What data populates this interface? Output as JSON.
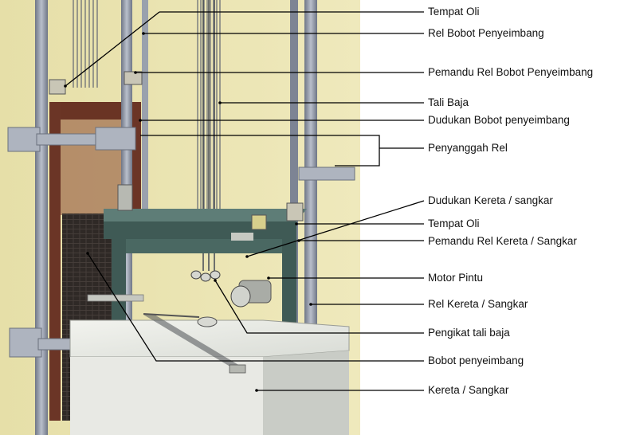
{
  "diagram": {
    "labels": [
      "Tempat Oli",
      "Rel Bobot Penyeimbang",
      "Pemandu Rel Bobot Penyeimbang",
      "Tali Baja",
      "Dudukan Bobot penyeimbang",
      "Penyanggah Rel",
      "Dudukan Kereta / sangkar",
      "Tempat Oli",
      "Pemandu Rel Kereta / Sangkar",
      "Motor Pintu",
      "Rel Kereta / Sangkar",
      "Pengikat tali baja",
      "Bobot penyeimbang",
      "Kereta / Sangkar"
    ]
  },
  "colors": {
    "wall": "#ece6b2",
    "rail": "#8c93a3",
    "frame": "#3f5a55",
    "counterweight": "#5a2a1e",
    "car": "#e4e6e0"
  }
}
